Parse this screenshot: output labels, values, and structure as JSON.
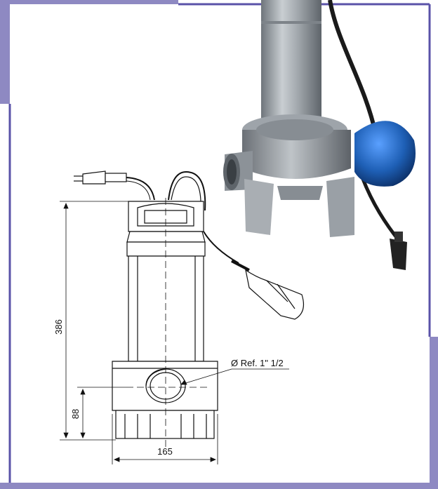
{
  "dimensions": {
    "height_total": "386",
    "inlet_height": "88",
    "width": "165",
    "inlet_ref": "Ø Ref. 1\" 1/2"
  },
  "colors": {
    "frame_lavender": "#8e89c2",
    "frame_blue": "#5a52a8",
    "float_blue": "#1e5fb5",
    "steel": "#9aa0a6"
  }
}
